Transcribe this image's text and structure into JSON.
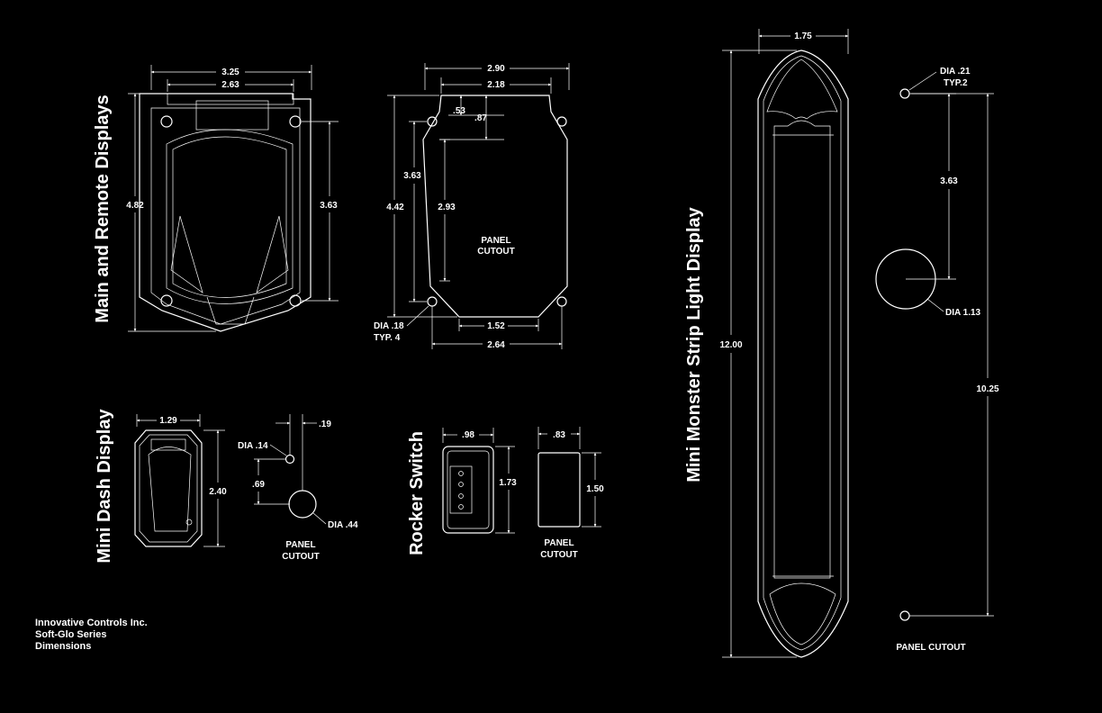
{
  "titles": {
    "main_remote": "Main and Remote Displays",
    "mini_dash": "Mini Dash Display",
    "rocker": "Rocker Switch",
    "strip": "Mini Monster Strip Light Display"
  },
  "main_display": {
    "width": "3.25",
    "inner_width": "2.63",
    "height": "4.82",
    "hole_spacing": "3.63"
  },
  "main_cutout": {
    "width": "2.90",
    "inner_width": "2.18",
    "small_h1": ".53",
    "small_h2": ".87",
    "left_h": "3.63",
    "height": "4.42",
    "inner_h": "2.93",
    "label_line1": "PANEL",
    "label_line2": "CUTOUT",
    "hole_label_line1": "DIA .18",
    "hole_label_line2": "TYP. 4",
    "bottom_inner": "1.52",
    "bottom_width": "2.64"
  },
  "mini_dash": {
    "width": "1.29",
    "height": "2.40",
    "hole_offset": ".19",
    "hole_dia": "DIA .14",
    "spacing": ".69",
    "big_dia": "DIA .44",
    "label_line1": "PANEL",
    "label_line2": "CUTOUT"
  },
  "rocker": {
    "width": ".98",
    "height": "1.73",
    "cutout_width": ".83",
    "cutout_height": "1.50",
    "label_line1": "PANEL",
    "label_line2": "CUTOUT"
  },
  "strip": {
    "width": "1.75",
    "height": "12.00",
    "hole_dia_line1": "DIA .21",
    "hole_dia_line2": "TYP.2",
    "spacing": "3.63",
    "big_dia": "DIA 1.13",
    "total_spacing": "10.25",
    "cutout_label": "PANEL CUTOUT"
  },
  "footer": {
    "line1": "Innovative Controls Inc.",
    "line2": "Soft-Glo Series",
    "line3": "Dimensions"
  }
}
